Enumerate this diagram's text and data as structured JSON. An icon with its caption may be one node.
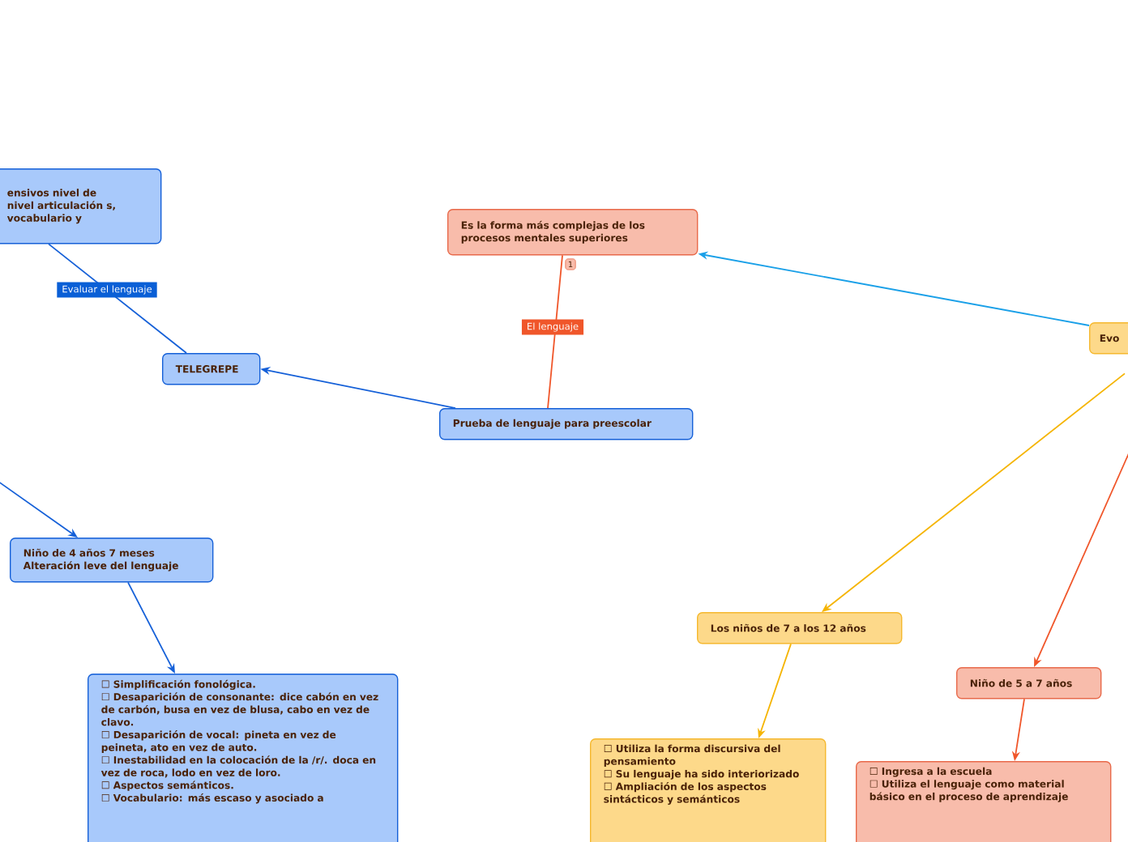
{
  "diagram": {
    "nodes": [
      {
        "text": [
          "ensivos nivel de nivel articulación s, vocabulario y"
        ]
      },
      {
        "text": [
          "Es la forma más complejas de los procesos mentales superiores"
        ],
        "beside": [
          "1"
        ]
      },
      {
        "text": [
          "TELEGREPE"
        ]
      },
      {
        "text": [
          "Prueba de lenguaje para preescolar"
        ]
      },
      {
        "text": [
          "Evo"
        ]
      },
      {
        "text": [
          "Niño de 4 años 7 meses Alteración leve del lenguaje"
        ]
      },
      {
        "text": [
          "Los niños de 7 a los 12 años"
        ]
      },
      {
        "text": [
          "Niño de 5 a 7 años"
        ]
      },
      {
        "text": [
          "☐ Simplificación fonológica.",
          "☐ Desaparición de consonante: dice cabón en vez de carbón, busa en vez de blusa, cabo en vez de clavo.",
          "☐ Desaparición de vocal: pineta en vez de peineta, ato en vez de auto.",
          "☐ Inestabilidad en la colocación de la /r/. doca en vez de roca, lodo en vez de loro.",
          "☐ Aspectos semánticos.",
          "☐ Vocabulario: más escaso y asociado a"
        ]
      },
      {
        "text": [
          "☐ Utiliza la forma discursiva del pensamiento",
          "☐ Su lenguaje ha sido interiorizado",
          "☐ Ampliación de los aspectos sintácticos y semánticos"
        ]
      },
      {
        "text": [
          "☐ Ingresa a la escuela",
          "☐ Utiliza el lenguaje como material básico en el proceso de aprendizaje"
        ]
      }
    ],
    "edges": [
      {
        "from": 2,
        "to": 0,
        "arrow": "none",
        "label": "Evaluar el lenguaje"
      },
      {
        "from": 3,
        "to": 2,
        "arrow": "to"
      },
      {
        "from": 3,
        "to": 1,
        "arrow": "none",
        "label": "El lenguaje",
        "color": "#f0562a"
      },
      {
        "from": 4,
        "to": 1,
        "arrow": "to",
        "color": "#1aa0e8"
      },
      {
        "from": 4,
        "to": 6,
        "arrow": "to",
        "color": "#f5b400"
      },
      {
        "from": null,
        "to": 7,
        "arrow": "to",
        "color": "#f0562a"
      },
      {
        "from": null,
        "to": 5,
        "arrow": "to"
      },
      {
        "from": 5,
        "to": 8,
        "arrow": "to"
      },
      {
        "from": 6,
        "to": 9,
        "arrow": "to",
        "color": "#f5b400"
      },
      {
        "from": 7,
        "to": 10,
        "arrow": "to",
        "color": "#f0562a"
      }
    ]
  }
}
